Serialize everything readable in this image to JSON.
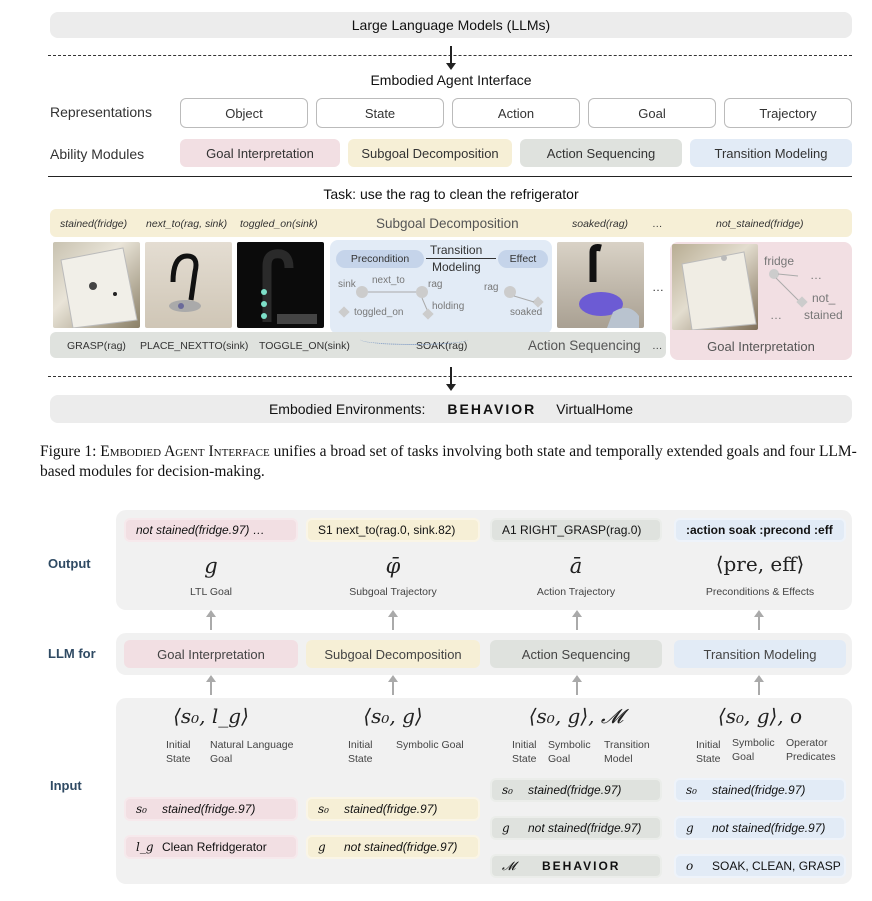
{
  "top": {
    "llm_bar": "Large Language Models (LLMs)",
    "interface_title": "Embodied Agent Interface",
    "representations_label": "Representations",
    "representations": [
      "Object",
      "State",
      "Action",
      "Goal",
      "Trajectory"
    ],
    "ability_label": "Ability Modules",
    "modules": [
      {
        "label": "Goal Interpretation",
        "color": "#f2dfe3"
      },
      {
        "label": "Subgoal Decomposition",
        "color": "#f6efd6"
      },
      {
        "label": "Action Sequencing",
        "color": "#dfe2de"
      },
      {
        "label": "Transition Modeling",
        "color": "#e2ebf6"
      }
    ],
    "task": "Task: use the rag to clean the refrigerator",
    "subgoal_tags": [
      "stained(fridge)",
      "next_to(rag, sink)",
      "toggled_on(sink)",
      "Subgoal Decomposition",
      "soaked(rag)",
      "…",
      "not_stained(fridge)"
    ],
    "transition": {
      "precondition": "Precondition",
      "title1": "Transition",
      "title2": "Modeling",
      "effect": "Effect",
      "sink": "sink",
      "next_to": "next_to",
      "rag1": "rag",
      "holding": "holding",
      "toggled_on": "toggled_on",
      "rag2": "rag",
      "soaked": "soaked"
    },
    "ellipsis": "…",
    "goal_graph": {
      "fridge": "fridge",
      "dots1": "…",
      "not": "not_",
      "stained": "stained",
      "dots2": "…"
    },
    "actions": [
      "GRASP(rag)",
      "PLACE_NEXTTO(sink)",
      "TOGGLE_ON(sink)",
      "SOAK(rag)",
      "Action Sequencing",
      "…"
    ],
    "goal_interp_label": "Goal Interpretation",
    "env_label": "Embodied Environments:",
    "env_behavior": "BEHAVIOR",
    "env_vh": "VirtualHome"
  },
  "caption": {
    "prefix": "Figure 1: ",
    "name": "Embodied Agent Interface",
    "text": " unifies a broad set of tasks involving both state and temporally extended goals and four LLM-based modules for decision-making."
  },
  "bottom": {
    "output_label": "Output",
    "llm_label": "LLM for",
    "input_label": "Input",
    "outputs": [
      {
        "pill": "not stained(fridge.97) …",
        "symbol": "g",
        "caption": "LTL Goal"
      },
      {
        "pill": "S1  next_to(rag.0, sink.82)",
        "symbol": "φ̄",
        "caption": "Subgoal Trajectory"
      },
      {
        "pill": "A1  RIGHT_GRASP(rag.0)",
        "symbol": "ā",
        "caption": "Action Trajectory"
      },
      {
        "pill": ":action soak :precond :eff",
        "symbol": "⟨pre, eff⟩",
        "caption": "Preconditions & Effects"
      }
    ],
    "llm_modules": [
      "Goal Interpretation",
      "Subgoal Decomposition",
      "Action Sequencing",
      "Transition Modeling"
    ],
    "inputs": [
      {
        "tuple": "⟨s₀, l_g⟩",
        "subs": [
          "Initial State",
          "Natural Language Goal"
        ],
        "rows": [
          {
            "sym": "s₀",
            "text": "stained(fridge.97)"
          },
          {
            "sym": "l_g",
            "text": "Clean Refridgerator"
          }
        ]
      },
      {
        "tuple": "⟨s₀, g⟩",
        "subs": [
          "Initial State",
          "Symbolic Goal"
        ],
        "rows": [
          {
            "sym": "s₀",
            "text": "stained(fridge.97)"
          },
          {
            "sym": "g",
            "text": "not stained(fridge.97)"
          }
        ]
      },
      {
        "tuple": "⟨s₀, g⟩, 𝓜",
        "subs": [
          "Initial State",
          "Symbolic Goal",
          "Transition Model"
        ],
        "rows": [
          {
            "sym": "s₀",
            "text": "stained(fridge.97)"
          },
          {
            "sym": "g",
            "text": "not stained(fridge.97)"
          },
          {
            "sym": "𝓜",
            "text": "BEHAVIOR"
          }
        ]
      },
      {
        "tuple": "⟨s₀, g⟩, o",
        "subs": [
          "Initial State",
          "Symbolic Goal",
          "Operator Predicates"
        ],
        "rows": [
          {
            "sym": "s₀",
            "text": "stained(fridge.97)"
          },
          {
            "sym": "g",
            "text": "not stained(fridge.97)"
          },
          {
            "sym": "o",
            "text": "SOAK, CLEAN, GRASP"
          }
        ]
      }
    ]
  }
}
